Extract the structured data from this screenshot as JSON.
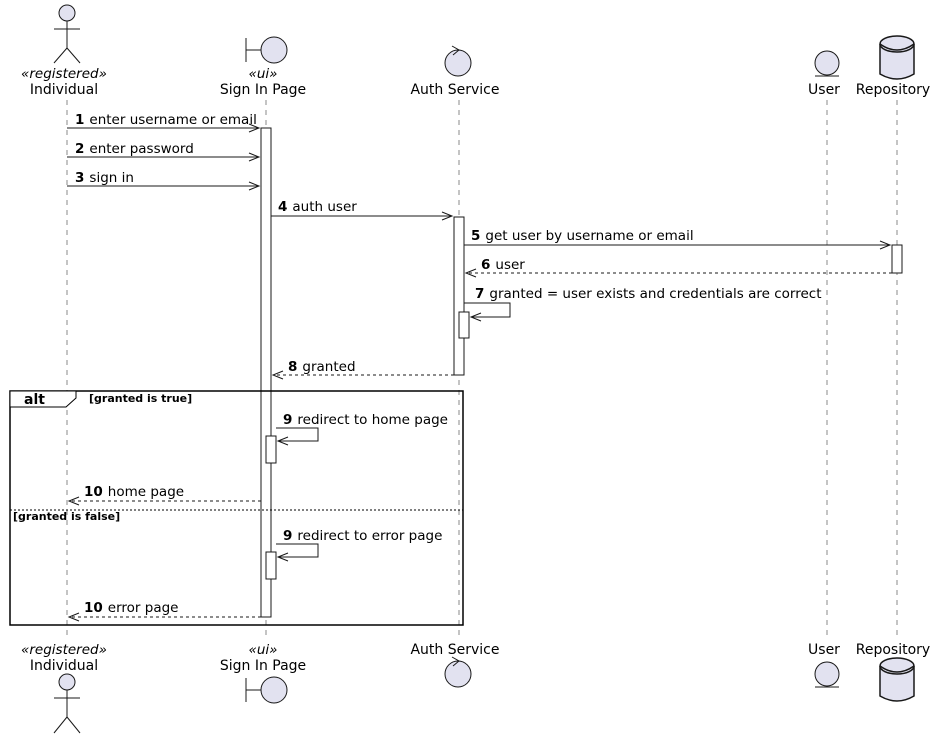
{
  "colors": {
    "participant_fill": "#E2E2F0",
    "stroke": "#181818",
    "lifeline": "#888888"
  },
  "participants": [
    {
      "id": "individual",
      "kind": "actor",
      "stereotype": "«registered»",
      "name": "Individual",
      "icon": "actor-icon"
    },
    {
      "id": "signin",
      "kind": "boundary",
      "stereotype": "«ui»",
      "name": "Sign In Page",
      "icon": "boundary-icon"
    },
    {
      "id": "auth",
      "kind": "control",
      "stereotype": "",
      "name": "Auth Service",
      "icon": "control-icon"
    },
    {
      "id": "user",
      "kind": "entity",
      "stereotype": "",
      "name": "User",
      "icon": "entity-icon"
    },
    {
      "id": "repo",
      "kind": "database",
      "stereotype": "",
      "name": "Repository",
      "icon": "database-icon"
    }
  ],
  "messages": [
    {
      "num": "1",
      "text": "enter username or email",
      "from": "individual",
      "to": "signin",
      "dashed": false
    },
    {
      "num": "2",
      "text": "enter password",
      "from": "individual",
      "to": "signin",
      "dashed": false
    },
    {
      "num": "3",
      "text": "sign in",
      "from": "individual",
      "to": "signin",
      "dashed": false
    },
    {
      "num": "4",
      "text": "auth user",
      "from": "signin",
      "to": "auth",
      "dashed": false
    },
    {
      "num": "5",
      "text": "get user by username or email",
      "from": "auth",
      "to": "repo",
      "dashed": false
    },
    {
      "num": "6",
      "text": "user",
      "from": "repo",
      "to": "auth",
      "dashed": true
    },
    {
      "num": "7",
      "text": "granted = user exists and credentials are correct",
      "from": "auth",
      "to": "auth",
      "dashed": false
    },
    {
      "num": "8",
      "text": "granted",
      "from": "auth",
      "to": "signin",
      "dashed": true
    },
    {
      "num": "9",
      "text": "redirect to home page",
      "from": "signin",
      "to": "signin",
      "dashed": false
    },
    {
      "num": "10",
      "text": "home page",
      "from": "signin",
      "to": "individual",
      "dashed": true
    },
    {
      "num": "9",
      "text": "redirect to error page",
      "from": "signin",
      "to": "signin",
      "dashed": false
    },
    {
      "num": "10",
      "text": "error page",
      "from": "signin",
      "to": "individual",
      "dashed": true
    }
  ],
  "fragment": {
    "keyword": "alt",
    "guards": [
      "[granted is true]",
      "[granted is false]"
    ]
  }
}
